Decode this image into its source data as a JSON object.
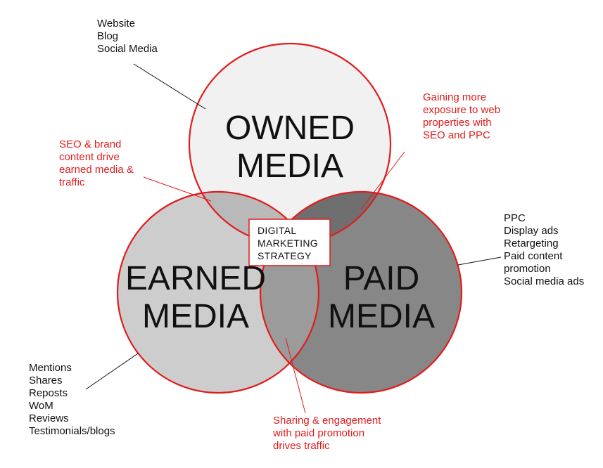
{
  "colors": {
    "ring": "#e21b1b",
    "owned_fill": "#f1f1f1",
    "earned_fill": "#cdcdcd",
    "paid_fill": "#878787",
    "owned_earned_overlap": "#b9b9b9",
    "owned_paid_overlap": "#6f6f6f",
    "earned_paid_overlap": "#9b9b9b",
    "center_box_border": "#e21b1b",
    "annotation_red": "#e21b1b",
    "annotation_black": "#111111"
  },
  "circles": {
    "owned": {
      "line1": "OWNED",
      "line2": "MEDIA"
    },
    "earned": {
      "line1": "EARNED",
      "line2": "MEDIA"
    },
    "paid": {
      "line1": "PAID",
      "line2": "MEDIA"
    }
  },
  "center": {
    "lines": [
      "DIGITAL",
      "MARKETING",
      "STRATEGY"
    ]
  },
  "callouts": {
    "owned_items": [
      "Website",
      "Blog",
      "Social Media"
    ],
    "paid_items": [
      "PPC",
      "Display ads",
      "Retargeting",
      "Paid content",
      "promotion",
      "Social media ads"
    ],
    "earned_items": [
      "Mentions",
      "Shares",
      "Reposts",
      "WoM",
      "Reviews",
      "Testimonials/blogs"
    ],
    "owned_earned_note": [
      "SEO & brand",
      "content drive",
      "earned media &",
      "traffic"
    ],
    "owned_paid_note": [
      "Gaining more",
      "exposure to web",
      "properties with",
      "SEO and PPC"
    ],
    "earned_paid_note": [
      "Sharing & engagement",
      "with paid promotion",
      "drives traffic"
    ]
  }
}
